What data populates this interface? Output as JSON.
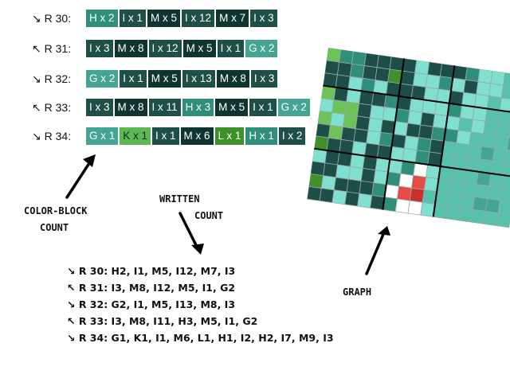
{
  "colors": {
    "H": "#2f8f7a",
    "I": "#1e5048",
    "M": "#0f3530",
    "G": "#45a595",
    "K": "#5db854",
    "L": "#3f8f2a"
  },
  "rows": [
    {
      "arrow": "↘",
      "label": "R 30:",
      "blocks": [
        {
          "c": "H",
          "n": 2,
          "text": "H x 2"
        },
        {
          "c": "I",
          "n": 1,
          "text": "I x 1"
        },
        {
          "c": "M",
          "n": 5,
          "text": "M x 5"
        },
        {
          "c": "I",
          "n": 12,
          "text": "I x 12"
        },
        {
          "c": "M",
          "n": 7,
          "text": "M x 7"
        },
        {
          "c": "I",
          "n": 3,
          "text": "I x 3"
        }
      ]
    },
    {
      "arrow": "↖",
      "label": "R 31:",
      "blocks": [
        {
          "c": "I",
          "n": 3,
          "text": "I x 3"
        },
        {
          "c": "M",
          "n": 8,
          "text": "M x 8"
        },
        {
          "c": "I",
          "n": 12,
          "text": "I x 12"
        },
        {
          "c": "M",
          "n": 5,
          "text": "M x 5"
        },
        {
          "c": "I",
          "n": 1,
          "text": "I x 1"
        },
        {
          "c": "G",
          "n": 2,
          "text": "G x 2"
        }
      ]
    },
    {
      "arrow": "↘",
      "label": "R 32:",
      "blocks": [
        {
          "c": "G",
          "n": 2,
          "text": "G x 2"
        },
        {
          "c": "I",
          "n": 1,
          "text": "I x 1"
        },
        {
          "c": "M",
          "n": 5,
          "text": "M x 5"
        },
        {
          "c": "I",
          "n": 13,
          "text": "I x 13"
        },
        {
          "c": "M",
          "n": 8,
          "text": "M x 8"
        },
        {
          "c": "I",
          "n": 3,
          "text": "I x 3"
        }
      ]
    },
    {
      "arrow": "↖",
      "label": "R 33:",
      "blocks": [
        {
          "c": "I",
          "n": 3,
          "text": "I x 3"
        },
        {
          "c": "M",
          "n": 8,
          "text": "M x 8"
        },
        {
          "c": "I",
          "n": 11,
          "text": "I x 11"
        },
        {
          "c": "H",
          "n": 3,
          "text": "H x 3"
        },
        {
          "c": "M",
          "n": 5,
          "text": "M x 5"
        },
        {
          "c": "I",
          "n": 1,
          "text": "I x 1"
        },
        {
          "c": "G",
          "n": 2,
          "text": "G x 2"
        }
      ]
    },
    {
      "arrow": "↘",
      "label": "R 34:",
      "blocks": [
        {
          "c": "G",
          "n": 1,
          "text": "G x 1"
        },
        {
          "c": "K",
          "n": 1,
          "text": "K x 1"
        },
        {
          "c": "I",
          "n": 1,
          "text": "I x 1"
        },
        {
          "c": "M",
          "n": 6,
          "text": "M x 6"
        },
        {
          "c": "L",
          "n": 1,
          "text": "L x 1"
        },
        {
          "c": "H",
          "n": 1,
          "text": "H x 1"
        },
        {
          "c": "I",
          "n": 2,
          "text": "I x 2"
        }
      ]
    }
  ],
  "annotations": {
    "color_block_line1": "COLOR-BLOCK",
    "color_block_line2": "COUNT",
    "written_line1": "WRITTEN",
    "written_line2": "COUNT",
    "graph": "GRAPH"
  },
  "written_rows": [
    "↘ R 30: H2, I1, M5, I12, M7, I3",
    "↖ R 31: I3, M8, I12, M5, I1, G2",
    "↘ R 32: G2, I1, M5, I13, M8, I3",
    "↖ R 33: I3, M8, I11, H3, M5, I1, G2",
    "↘ R 34: G1, K1, I1, M6, L1, H1, I2, H2, I7, M9, I3"
  ],
  "graph": {
    "palette": {
      "a": "#1d4f48",
      "b": "#2f8f7a",
      "c": "#7fe0cf",
      "d": "#56c2ac",
      "e": "#3f8f2a",
      "f": "#6cc35a",
      "w": "#ffffff",
      "r": "#e84a45",
      "s": "#c8302c",
      "t": "#45a595"
    },
    "grid": [
      "fbbaaaacaaabccdd",
      "aabaaeaccbcaccdd",
      "aacbcaaaccaccdcd",
      "facaabacccbccddd",
      "cffaccbcaccdcddd",
      "fcfacacaabbcdddt",
      "afaacbacbadddtdd",
      "eaacaaccbadddddd",
      "caacaccbwcdddtdd",
      "aaccacbwrcdddddd",
      "ecaaabwrsddddttd",
      "aacacabwwcdddddd"
    ]
  }
}
